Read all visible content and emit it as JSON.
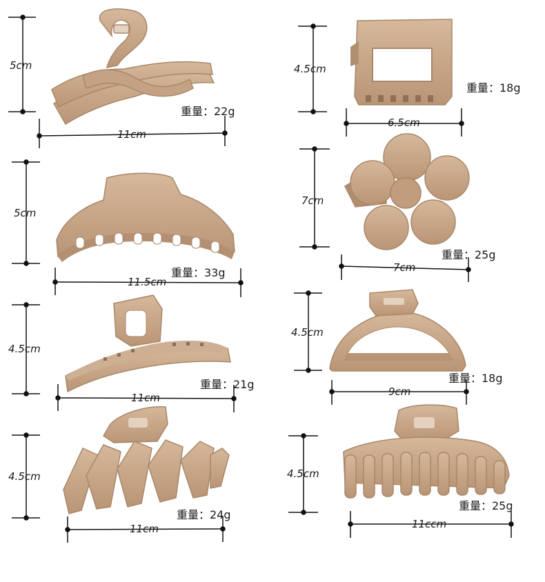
{
  "palette": {
    "clip": "#c9a98b",
    "shade": "#a8876a",
    "light": "#dcc2a8",
    "line": "#111111"
  },
  "items": [
    {
      "shape": "twist-claw",
      "height_label": "5cm",
      "width_label": "11cm",
      "weight_label": "重量：22g"
    },
    {
      "shape": "square-claw",
      "height_label": "4.5cm",
      "width_label": "6.5cm",
      "weight_label": "重量：18g"
    },
    {
      "shape": "large-claw",
      "height_label": "5cm",
      "width_label": "11.5cm",
      "weight_label": "重量：33g"
    },
    {
      "shape": "flower-claw",
      "height_label": "7cm",
      "width_label": "7cm",
      "weight_label": "重量：25g"
    },
    {
      "shape": "loop-claw",
      "height_label": "4.5cm",
      "width_label": "11cm",
      "weight_label": "重量：21g"
    },
    {
      "shape": "half-moon-claw",
      "height_label": "4.5cm",
      "width_label": "9cm",
      "weight_label": "重量：18g"
    },
    {
      "shape": "zigzag-claw",
      "height_label": "4.5cm",
      "width_label": "11cm",
      "weight_label": "重量：24g"
    },
    {
      "shape": "wide-claw",
      "height_label": "4.5cm",
      "width_label": "11ccm",
      "weight_label": "重量：25g"
    }
  ]
}
